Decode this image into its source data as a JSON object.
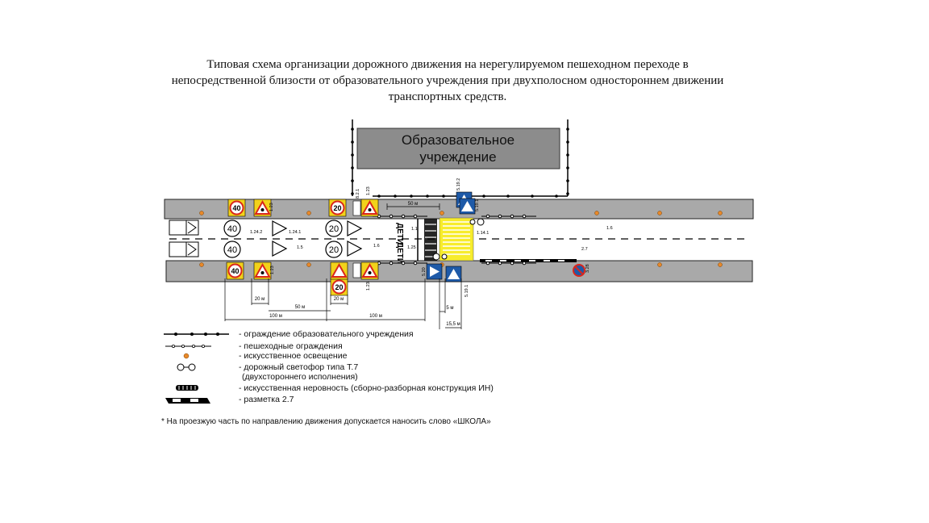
{
  "title": {
    "line1": "Типовая схема организации дорожного движения на нерегулируемом пешеходном переходе в",
    "line2": "непосредственной близости от образовательного учреждения при двухполосном одностороннем движении",
    "line3": "транспортных средств."
  },
  "school": {
    "line1": "Образовательное",
    "line2": "учреждение"
  },
  "signs": {
    "speed40": "40",
    "speed20": "20",
    "road_word": "ДЕТИ"
  },
  "labels": {
    "m_1_24_2": "1.24.2",
    "m_1_24_1": "1.24.1",
    "m_1_5": "1.5",
    "m_1_6": "1.6",
    "m_1_1": "1.1",
    "m_1_25": "1.25",
    "m_1_14_1": "1.14.1",
    "m_1_6b": "1.6",
    "m_2_7": "2.7",
    "s_1_23": "1.23",
    "s_5_19_1": "5.19.1",
    "s_5_19_2": "5.19.2",
    "s_8_2_1": "8.2.1",
    "s_3_28": "3.28",
    "s_5_20": "5.20"
  },
  "dimensions": {
    "d50_top": "50 м",
    "d20_left": "20 м",
    "d50_mid": "50 м",
    "d20_right": "20 м",
    "d100_left": "100 м",
    "d100_right": "100 м",
    "d5": "5 м",
    "d15_5": "15,5 м"
  },
  "legend": [
    {
      "icon": "school-fence-line",
      "text": "- ограждение образовательного учреждения"
    },
    {
      "icon": "pedestrian-fence-line",
      "text": "- пешеходные ограждения"
    },
    {
      "icon": "street-light-dot",
      "text": "- искусственное освещение"
    },
    {
      "icon": "traffic-light-t7",
      "text": "- дорожный светофор типа Т.7",
      "text2": "(двухстороннего исполнения)"
    },
    {
      "icon": "speed-bump",
      "text": "- искусственная неровность (сборно-разборная конструкция ИН)"
    },
    {
      "icon": "marking-2-7",
      "text": "- разметка 2.7"
    }
  ],
  "footnote": "* На проезжую часть по направлению движения допускается наносить слово «ШКОЛА»",
  "colors": {
    "sidewalk": "#a9a9a9",
    "school_box": "#8c8c8c",
    "crosswalk": "#f7ec2c",
    "sign_yellow": "#f2d21b",
    "sign_red": "#d9261c",
    "sign_blue": "#1e5aa8",
    "lamp": "#e8892a"
  }
}
